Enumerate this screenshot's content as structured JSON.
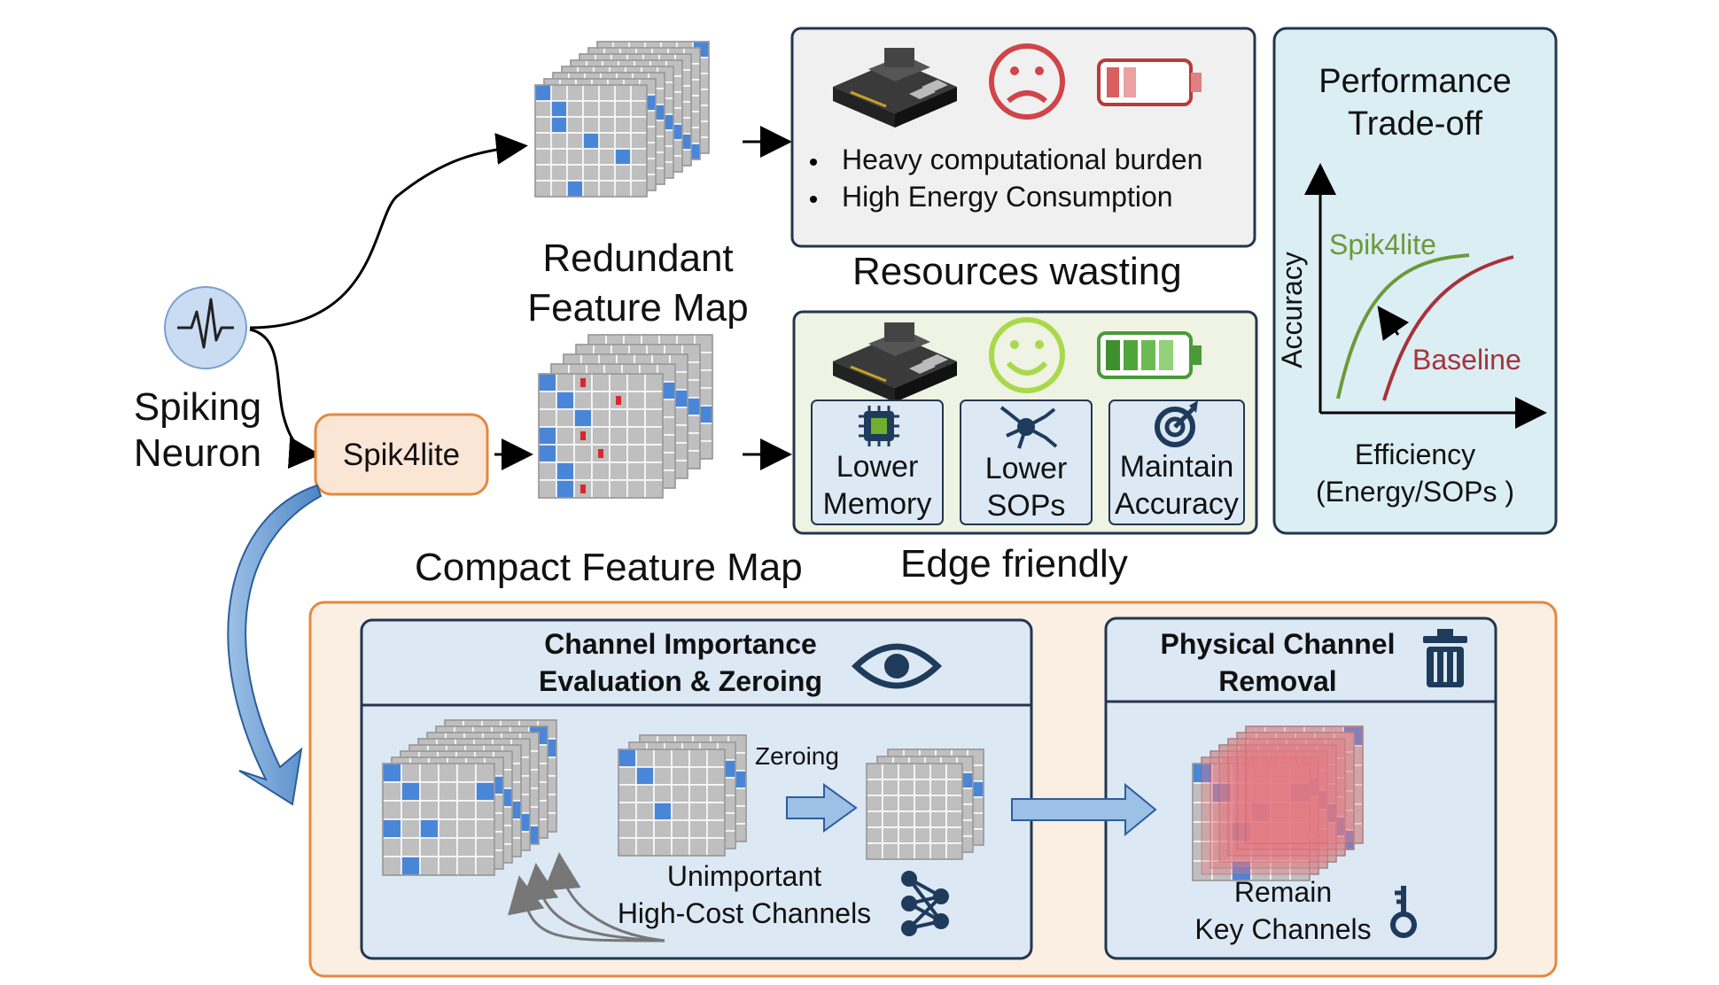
{
  "spiking_neuron": {
    "label_line1": "Spiking",
    "label_line2": "Neuron"
  },
  "spik4lite_box": {
    "label": "Spik4lite"
  },
  "redundant_map": {
    "title_line1": "Redundant",
    "title_line2": "Feature Map"
  },
  "compact_map": {
    "title": "Compact Feature Map"
  },
  "resources_panel": {
    "bullets": [
      "Heavy computational burden",
      "High Energy Consumption"
    ],
    "caption": "Resources wasting"
  },
  "edge_panel": {
    "cards": [
      {
        "line1": "Lower",
        "line2": "Memory",
        "icon": "chip-icon"
      },
      {
        "line1": "Lower",
        "line2": "SOPs",
        "icon": "neuron-icon"
      },
      {
        "line1": "Maintain",
        "line2": "Accuracy",
        "icon": "target-icon"
      }
    ],
    "caption": "Edge friendly"
  },
  "tradeoff": {
    "title_line1": "Performance",
    "title_line2": "Trade-off",
    "ylabel": "Accuracy",
    "xlabel_line1": "Efficiency",
    "xlabel_line2": "(Energy/SOPs )",
    "series": [
      {
        "name": "Spik4lite",
        "color": "#6b9a3a"
      },
      {
        "name": "Baseline",
        "color": "#a8323a"
      }
    ]
  },
  "pipeline": {
    "stage1": {
      "title_line1": "Channel Importance",
      "title_line2": "Evaluation & Zeroing",
      "zeroing_label": "Zeroing",
      "note_line1": "Unimportant",
      "note_line2": "High-Cost Channels"
    },
    "stage2": {
      "title_line1": "Physical Channel",
      "title_line2": "Removal",
      "note_line1": "Remain",
      "note_line2": "Key Channels"
    }
  },
  "colors": {
    "gray_cell": "#bfbfbf",
    "blue_cell": "#4a86d8",
    "orange_panel": "#fbeee3",
    "orange_border": "#e4893f",
    "blue_panel": "#dce8f4",
    "blue_border": "#23364f",
    "green_panel": "#eef3e3",
    "gray_panel": "#f0f0f0",
    "tradeoff_bg": "#dbeef4",
    "sad_red": "#d0444a",
    "happy_green": "#a9d94a",
    "battery_green": "#4a9a3a"
  }
}
